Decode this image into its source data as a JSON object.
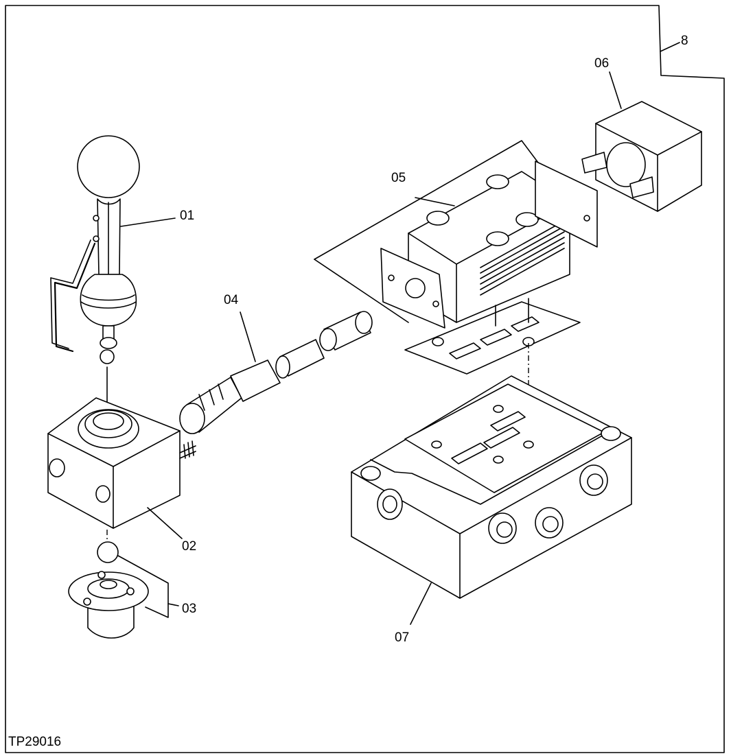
{
  "figure_id": "TP29016",
  "callouts": {
    "frame": "8",
    "lever": "01",
    "lever_body": "02",
    "ball_plate": "03",
    "spool": "04",
    "solenoid": "05",
    "cap_block": "06",
    "valve_body": "07"
  }
}
